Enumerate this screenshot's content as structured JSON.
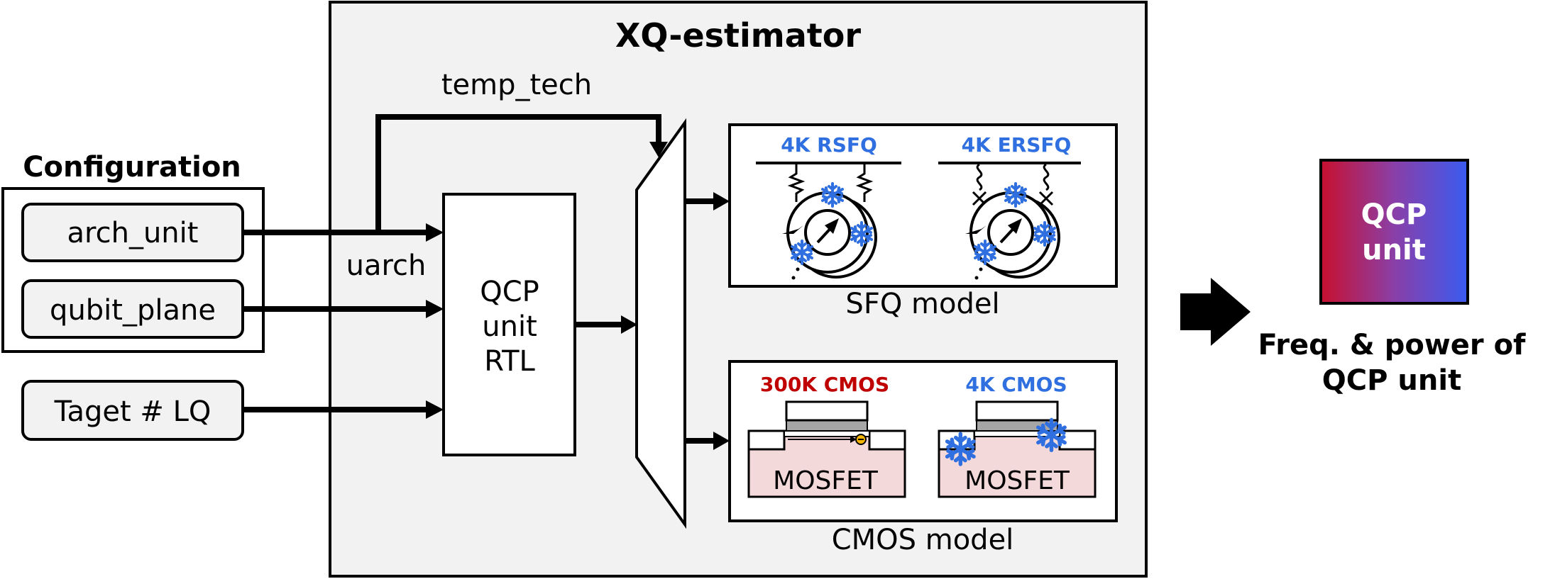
{
  "title": "XQ-estimator",
  "config": {
    "heading": "Configuration",
    "inputs": [
      "arch_unit",
      "qubit_plane"
    ]
  },
  "target_input": "Taget # LQ",
  "labels": {
    "temp_tech": "temp_tech",
    "uarch": "uarch"
  },
  "rtl_block": [
    "QCP",
    "unit",
    "RTL"
  ],
  "sfq": {
    "caption": "SFQ model",
    "variants": [
      "4K RSFQ",
      "4K ERSFQ"
    ]
  },
  "cmos": {
    "caption": "CMOS model",
    "variants": [
      "300K CMOS",
      "4K CMOS"
    ],
    "device_label": "MOSFET"
  },
  "output": {
    "box_lines": [
      "QCP",
      "unit"
    ],
    "caption_lines": [
      "Freq. & power of",
      "QCP unit"
    ]
  },
  "colors": {
    "blue_label": "#2F6FE0",
    "red_label": "#C00000",
    "panel_bg": "#F2F2F2",
    "mosfet_fill": "#F3D9D9",
    "gradient_left": "#C8102E",
    "gradient_right": "#3A5BF0"
  },
  "icons": [
    "snowflake-icon",
    "arrow-right-icon",
    "josephson-junction-icon",
    "electron-icon"
  ]
}
